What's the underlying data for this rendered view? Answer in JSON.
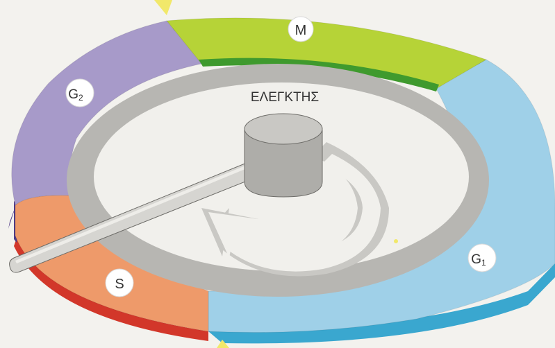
{
  "diagram": {
    "controller_label": "ΕΛΕΓΚΤΗΣ",
    "phases": [
      {
        "id": "m",
        "label": "M",
        "sub": "",
        "color": "#b6d337",
        "side_color": "#3f9a2e"
      },
      {
        "id": "g1",
        "label": "G",
        "sub": "1",
        "color": "#9fd0e8",
        "side_color": "#3aa7cf"
      },
      {
        "id": "s",
        "label": "S",
        "sub": "",
        "color": "#ee9a6a",
        "side_color": "#d2372a"
      },
      {
        "id": "g2",
        "label": "G",
        "sub": "2",
        "color": "#a79ac9",
        "side_color": "#4f3c86"
      }
    ],
    "colors": {
      "background": "#f3f2ee",
      "inner_track": "#b7b6b2",
      "inner_field": "#f1f0ec",
      "arrow_shadow": "#c9c8c4",
      "knob": "#aeada9",
      "knob_top": "#c9c8c4",
      "lever": "#d6d5d1",
      "marker": "#f1e86a"
    }
  }
}
